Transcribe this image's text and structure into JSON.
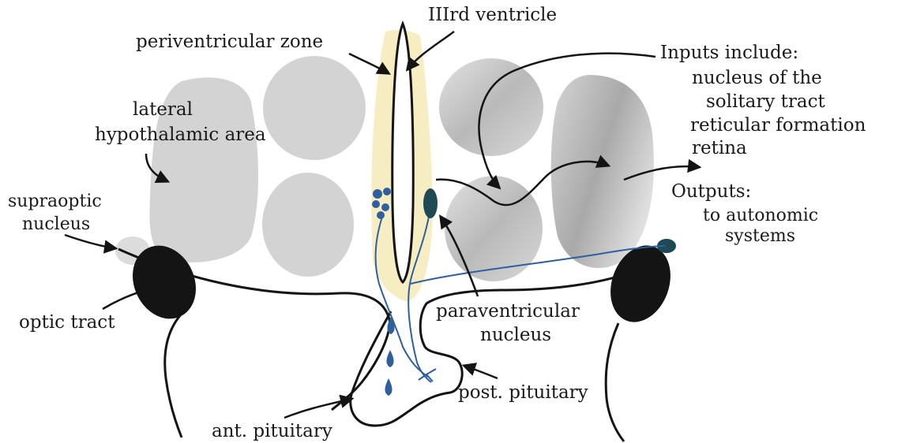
{
  "labels": {
    "third_ventricle": "IIIrd ventricle",
    "periventricular_zone": "periventricular zone",
    "lateral_hypothalamic_line1": "lateral",
    "lateral_hypothalamic_line2": "hypothalamic area",
    "supraoptic_line1": "supraoptic",
    "supraoptic_line2": "nucleus",
    "optic_tract": "optic tract",
    "paraventricular_line1": "paraventricular",
    "paraventricular_line2": "nucleus",
    "post_pituitary": "post. pituitary",
    "ant_pituitary": "ant. pituitary",
    "inputs_title": "Inputs include:",
    "inputs_items": [
      "nucleus of the",
      "solitary tract",
      "reticular formation",
      "retina"
    ],
    "outputs_title": "Outputs:",
    "outputs_line1": "to autonomic",
    "outputs_line2": "systems"
  },
  "colors": {
    "gray_region": "#d3d3d3",
    "yellow_zone": "#f6eec2",
    "neuron_blue": "#2f5f9e",
    "tract_black": "#141414",
    "paraventricular_teal": "#1f4a55"
  }
}
